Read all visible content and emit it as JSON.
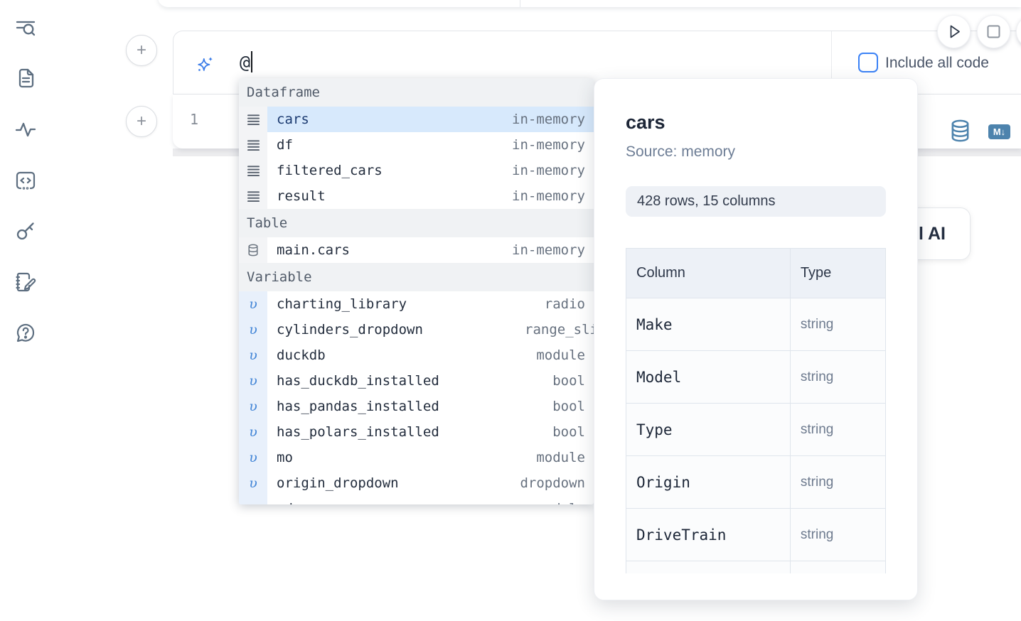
{
  "colors": {
    "accent_blue": "#3b82f6",
    "icon_steel_blue": "#4d83ad",
    "selected_row_bg": "#d7e9fc",
    "sidebar_icon": "#5d6e80"
  },
  "ai_panel": {
    "prompt_value": "@",
    "include_all_code_label": "Include all code"
  },
  "code_cell": {
    "line_number": "1",
    "markdown_badge": "M↓"
  },
  "ai_button": {
    "partial_label": "l AI"
  },
  "ac": {
    "h1": "Dataframe",
    "df_items": [
      {
        "n": "cars",
        "t": "in-memory"
      },
      {
        "n": "df",
        "t": "in-memory"
      },
      {
        "n": "filtered_cars",
        "t": "in-memory"
      },
      {
        "n": "result",
        "t": "in-memory"
      }
    ],
    "h2": "Table",
    "tbl_items": [
      {
        "n": "main.cars",
        "t": "in-memory"
      }
    ],
    "h3": "Variable",
    "var_items": [
      {
        "n": "charting_library",
        "t": "radio"
      },
      {
        "n": "cylinders_dropdown",
        "t": "range_sli"
      },
      {
        "n": "duckdb",
        "t": "module"
      },
      {
        "n": "has_duckdb_installed",
        "t": "bool"
      },
      {
        "n": "has_pandas_installed",
        "t": "bool"
      },
      {
        "n": "has_polars_installed",
        "t": "bool"
      },
      {
        "n": "mo",
        "t": "module"
      },
      {
        "n": "origin_dropdown",
        "t": "dropdown"
      },
      {
        "n": "pd",
        "t": "module"
      }
    ]
  },
  "preview": {
    "title": "cars",
    "source": "Source: memory",
    "shape_badge": "428 rows, 15 columns",
    "table": {
      "col_header": "Column",
      "type_header": "Type",
      "rows": [
        {
          "col": "Make",
          "type": "string"
        },
        {
          "col": "Model",
          "type": "string"
        },
        {
          "col": "Type",
          "type": "string"
        },
        {
          "col": "Origin",
          "type": "string"
        },
        {
          "col": "DriveTrain",
          "type": "string"
        }
      ]
    }
  }
}
